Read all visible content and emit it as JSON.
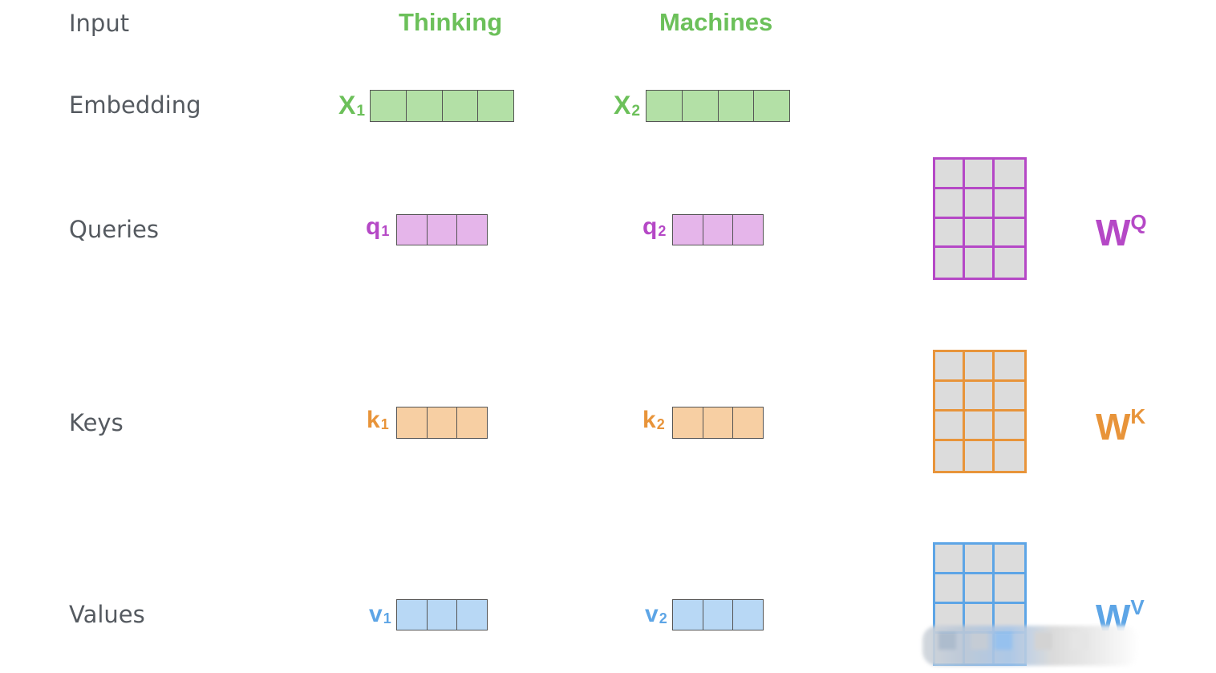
{
  "row_labels": {
    "input": "Input",
    "embedding": "Embedding",
    "queries": "Queries",
    "keys": "Keys",
    "values": "Values"
  },
  "words": [
    "Thinking",
    "Machines"
  ],
  "embeddings": [
    {
      "base": "X",
      "sub": "1"
    },
    {
      "base": "X",
      "sub": "2"
    }
  ],
  "queries": [
    {
      "base": "q",
      "sub": "1"
    },
    {
      "base": "q",
      "sub": "2"
    }
  ],
  "keys": [
    {
      "base": "k",
      "sub": "1"
    },
    {
      "base": "k",
      "sub": "2"
    }
  ],
  "values": [
    {
      "base": "v",
      "sub": "1"
    },
    {
      "base": "v",
      "sub": "2"
    }
  ],
  "weights": {
    "query": {
      "base": "W",
      "sup": "Q"
    },
    "key": {
      "base": "W",
      "sup": "K"
    },
    "value": {
      "base": "W",
      "sup": "V"
    }
  },
  "colors": {
    "embedding_fill": "#b3e0a6",
    "embedding_text": "#6cc05a",
    "query_fill": "#e5b5ea",
    "query_text": "#b548c6",
    "key_fill": "#f7cfa3",
    "key_text": "#e8943a",
    "value_fill": "#b8d8f5",
    "value_text": "#5da5e6",
    "matrix_fill": "#dcdcdc"
  },
  "structure": {
    "embedding_cells": 4,
    "qkv_cells": 3,
    "matrix_rows": 4,
    "matrix_cols": 3
  }
}
